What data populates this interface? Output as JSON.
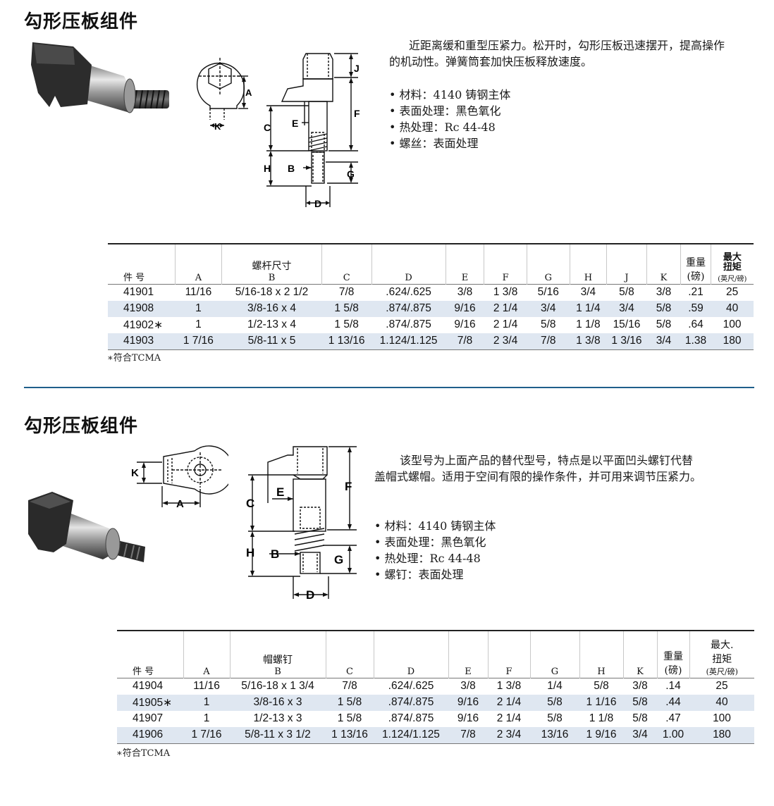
{
  "section1": {
    "title": "勾形压板组件",
    "description": "近距离缓和重型压紧力。松开时，勾形压板迅速摆开，提高操作的机动性。弹簧筒套加快压板释放速度。",
    "bullets": [
      "材料：4140 铸钢主体",
      "表面处理：黑色氧化",
      "热处理：Rc 44-48",
      "螺丝：表面处理"
    ],
    "diagram_labels": {
      "A": "A",
      "K": "K",
      "J": "J",
      "F": "F",
      "C": "C",
      "E": "E",
      "H": "H",
      "B": "B",
      "G": "G",
      "D": "D"
    },
    "table": {
      "headers": {
        "part": "件 号",
        "A": "A",
        "B_top": "螺杆尺寸",
        "B": "B",
        "C": "C",
        "D": "D",
        "E": "E",
        "F": "F",
        "G": "G",
        "H": "H",
        "J": "J",
        "K": "K",
        "weight_top": "重量",
        "weight": "(磅)",
        "torque_top": "最大",
        "torque_mid": "扭矩",
        "torque": "(英尺/磅)"
      },
      "rows": [
        [
          "41901",
          "11/16",
          "5/16-18 x 2 1/2",
          "7/8",
          ".624/.625",
          "3/8",
          "1 3/8",
          "5/16",
          "3/4",
          "5/8",
          "3/8",
          ".21",
          "25"
        ],
        [
          "41908",
          "1",
          "3/8-16 x 4",
          "1 5/8",
          ".874/.875",
          "9/16",
          "2 1/4",
          "3/4",
          "1 1/4",
          "3/4",
          "5/8",
          ".59",
          "40"
        ],
        [
          "41902∗",
          "1",
          "1/2-13 x 4",
          "1 5/8",
          ".874/.875",
          "9/16",
          "2 1/4",
          "5/8",
          "1 1/8",
          "15/16",
          "5/8",
          ".64",
          "100"
        ],
        [
          "41903",
          "1 7/16",
          "5/8-11 x 5",
          "1 13/16",
          "1.124/1.125",
          "7/8",
          "2 3/4",
          "7/8",
          "1 3/8",
          "1 3/16",
          "3/4",
          "1.38",
          "180"
        ]
      ],
      "note": "∗符合TCMA"
    }
  },
  "section2": {
    "title": "勾形压板组件",
    "description": "该型号为上面产品的替代型号，特点是以平面凹头螺钉代替盖帽式螺帽。适用于空间有限的操作条件，并可用来调节压紧力。",
    "bullets": [
      "材料：4140 铸钢主体",
      "表面处理：黑色氧化",
      "热处理：Rc 44-48",
      "螺钉：表面处理"
    ],
    "diagram_labels": {
      "K": "K",
      "A": "A",
      "C": "C",
      "E": "E",
      "F": "F",
      "H": "H",
      "B": "B",
      "G": "G",
      "D": "D"
    },
    "table": {
      "headers": {
        "part": "件 号",
        "A": "A",
        "B_top": "帽螺钉",
        "B": "B",
        "C": "C",
        "D": "D",
        "E": "E",
        "F": "F",
        "G": "G",
        "H": "H",
        "K": "K",
        "weight_top": "重量",
        "weight": "(磅)",
        "torque_top": "最大.",
        "torque_mid": "扭矩",
        "torque": "(英尺/磅)"
      },
      "rows": [
        [
          "41904",
          "11/16",
          "5/16-18 x 1 3/4",
          "7/8",
          ".624/.625",
          "3/8",
          "1 3/8",
          "1/4",
          "5/8",
          "3/8",
          ".14",
          "25"
        ],
        [
          "41905∗",
          "1",
          "3/8-16 x 3",
          "1 5/8",
          ".874/.875",
          "9/16",
          "2 1/4",
          "5/8",
          "1 1/16",
          "5/8",
          ".44",
          "40"
        ],
        [
          "41907",
          "1",
          "1/2-13 x 3",
          "1 5/8",
          ".874/.875",
          "9/16",
          "2 1/4",
          "5/8",
          "1 1/8",
          "5/8",
          ".47",
          "100"
        ],
        [
          "41906",
          "1 7/16",
          "5/8-11 x 3 1/2",
          "1 13/16",
          "1.124/1.125",
          "7/8",
          "2 3/4",
          "13/16",
          "1 9/16",
          "3/4",
          "1.00",
          "180"
        ]
      ],
      "note": "∗符合TCMA"
    }
  }
}
